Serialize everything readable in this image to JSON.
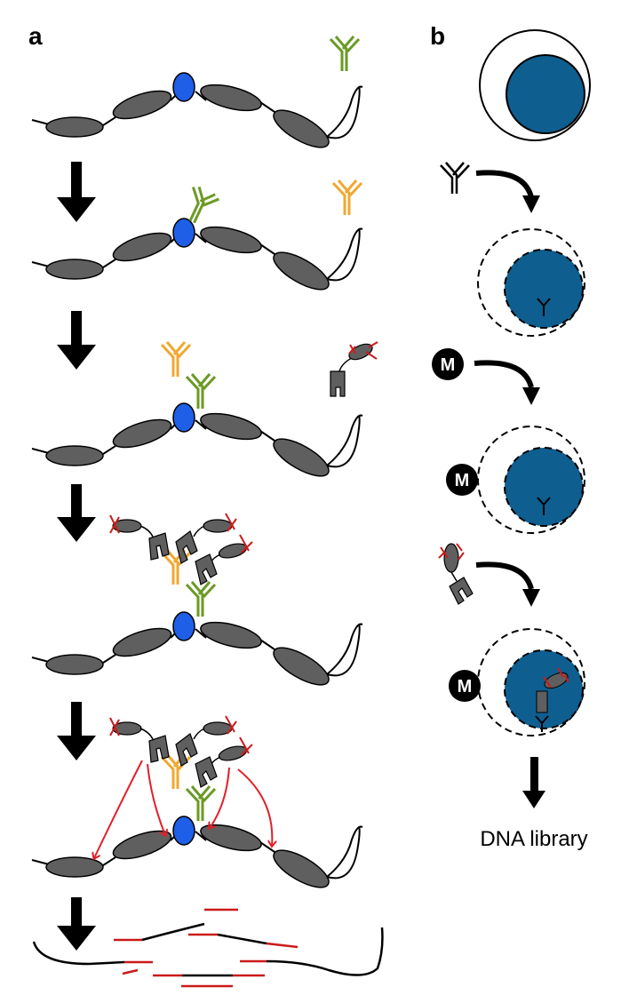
{
  "panel_a": {
    "label": "a"
  },
  "panel_b": {
    "label": "b",
    "adaptor_letter": "M",
    "output_label": "DNA library"
  },
  "colors": {
    "nucleosome": "#5f5f5f",
    "target_protein": "#1f5fe8",
    "primary_antibody": "#6a9a24",
    "secondary_antibody": "#f0a830",
    "tn5_transposon_ends": "#cc1a1a",
    "cleavage_arrows": "#e0202a",
    "nucleus": "#0e5e90",
    "black": "#000000"
  },
  "icons": [
    "nucleosome",
    "target-protein",
    "primary-antibody",
    "secondary-antibody",
    "ptn5-complex",
    "cell",
    "nucleus",
    "adaptor-m",
    "step-arrow"
  ]
}
